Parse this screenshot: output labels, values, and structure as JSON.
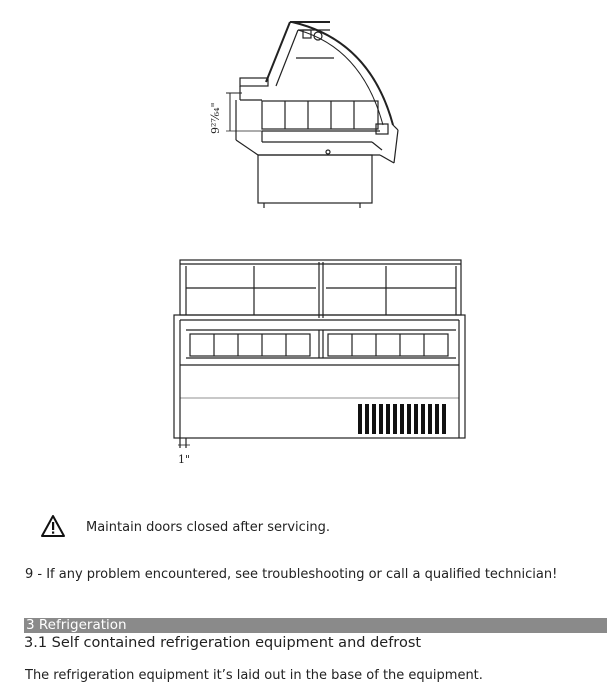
{
  "side_view": {
    "dimension_label": "9²⁷⁄₆₄\""
  },
  "front_view": {
    "dimension_label": "1\""
  },
  "warning": {
    "icon": "warning-triangle-icon",
    "text": "Maintain doors closed after servicing."
  },
  "step9": {
    "text": "9 - If any problem encountered, see troubleshooting or call a qualified technician!"
  },
  "section": {
    "title": "3 Refrigeration",
    "bar_color": "#8a8a8a",
    "subsection_title": "3.1 Self contained refrigeration equipment and defrost",
    "body": "The refrigeration equipment it’s laid out in the base of the equipment."
  }
}
